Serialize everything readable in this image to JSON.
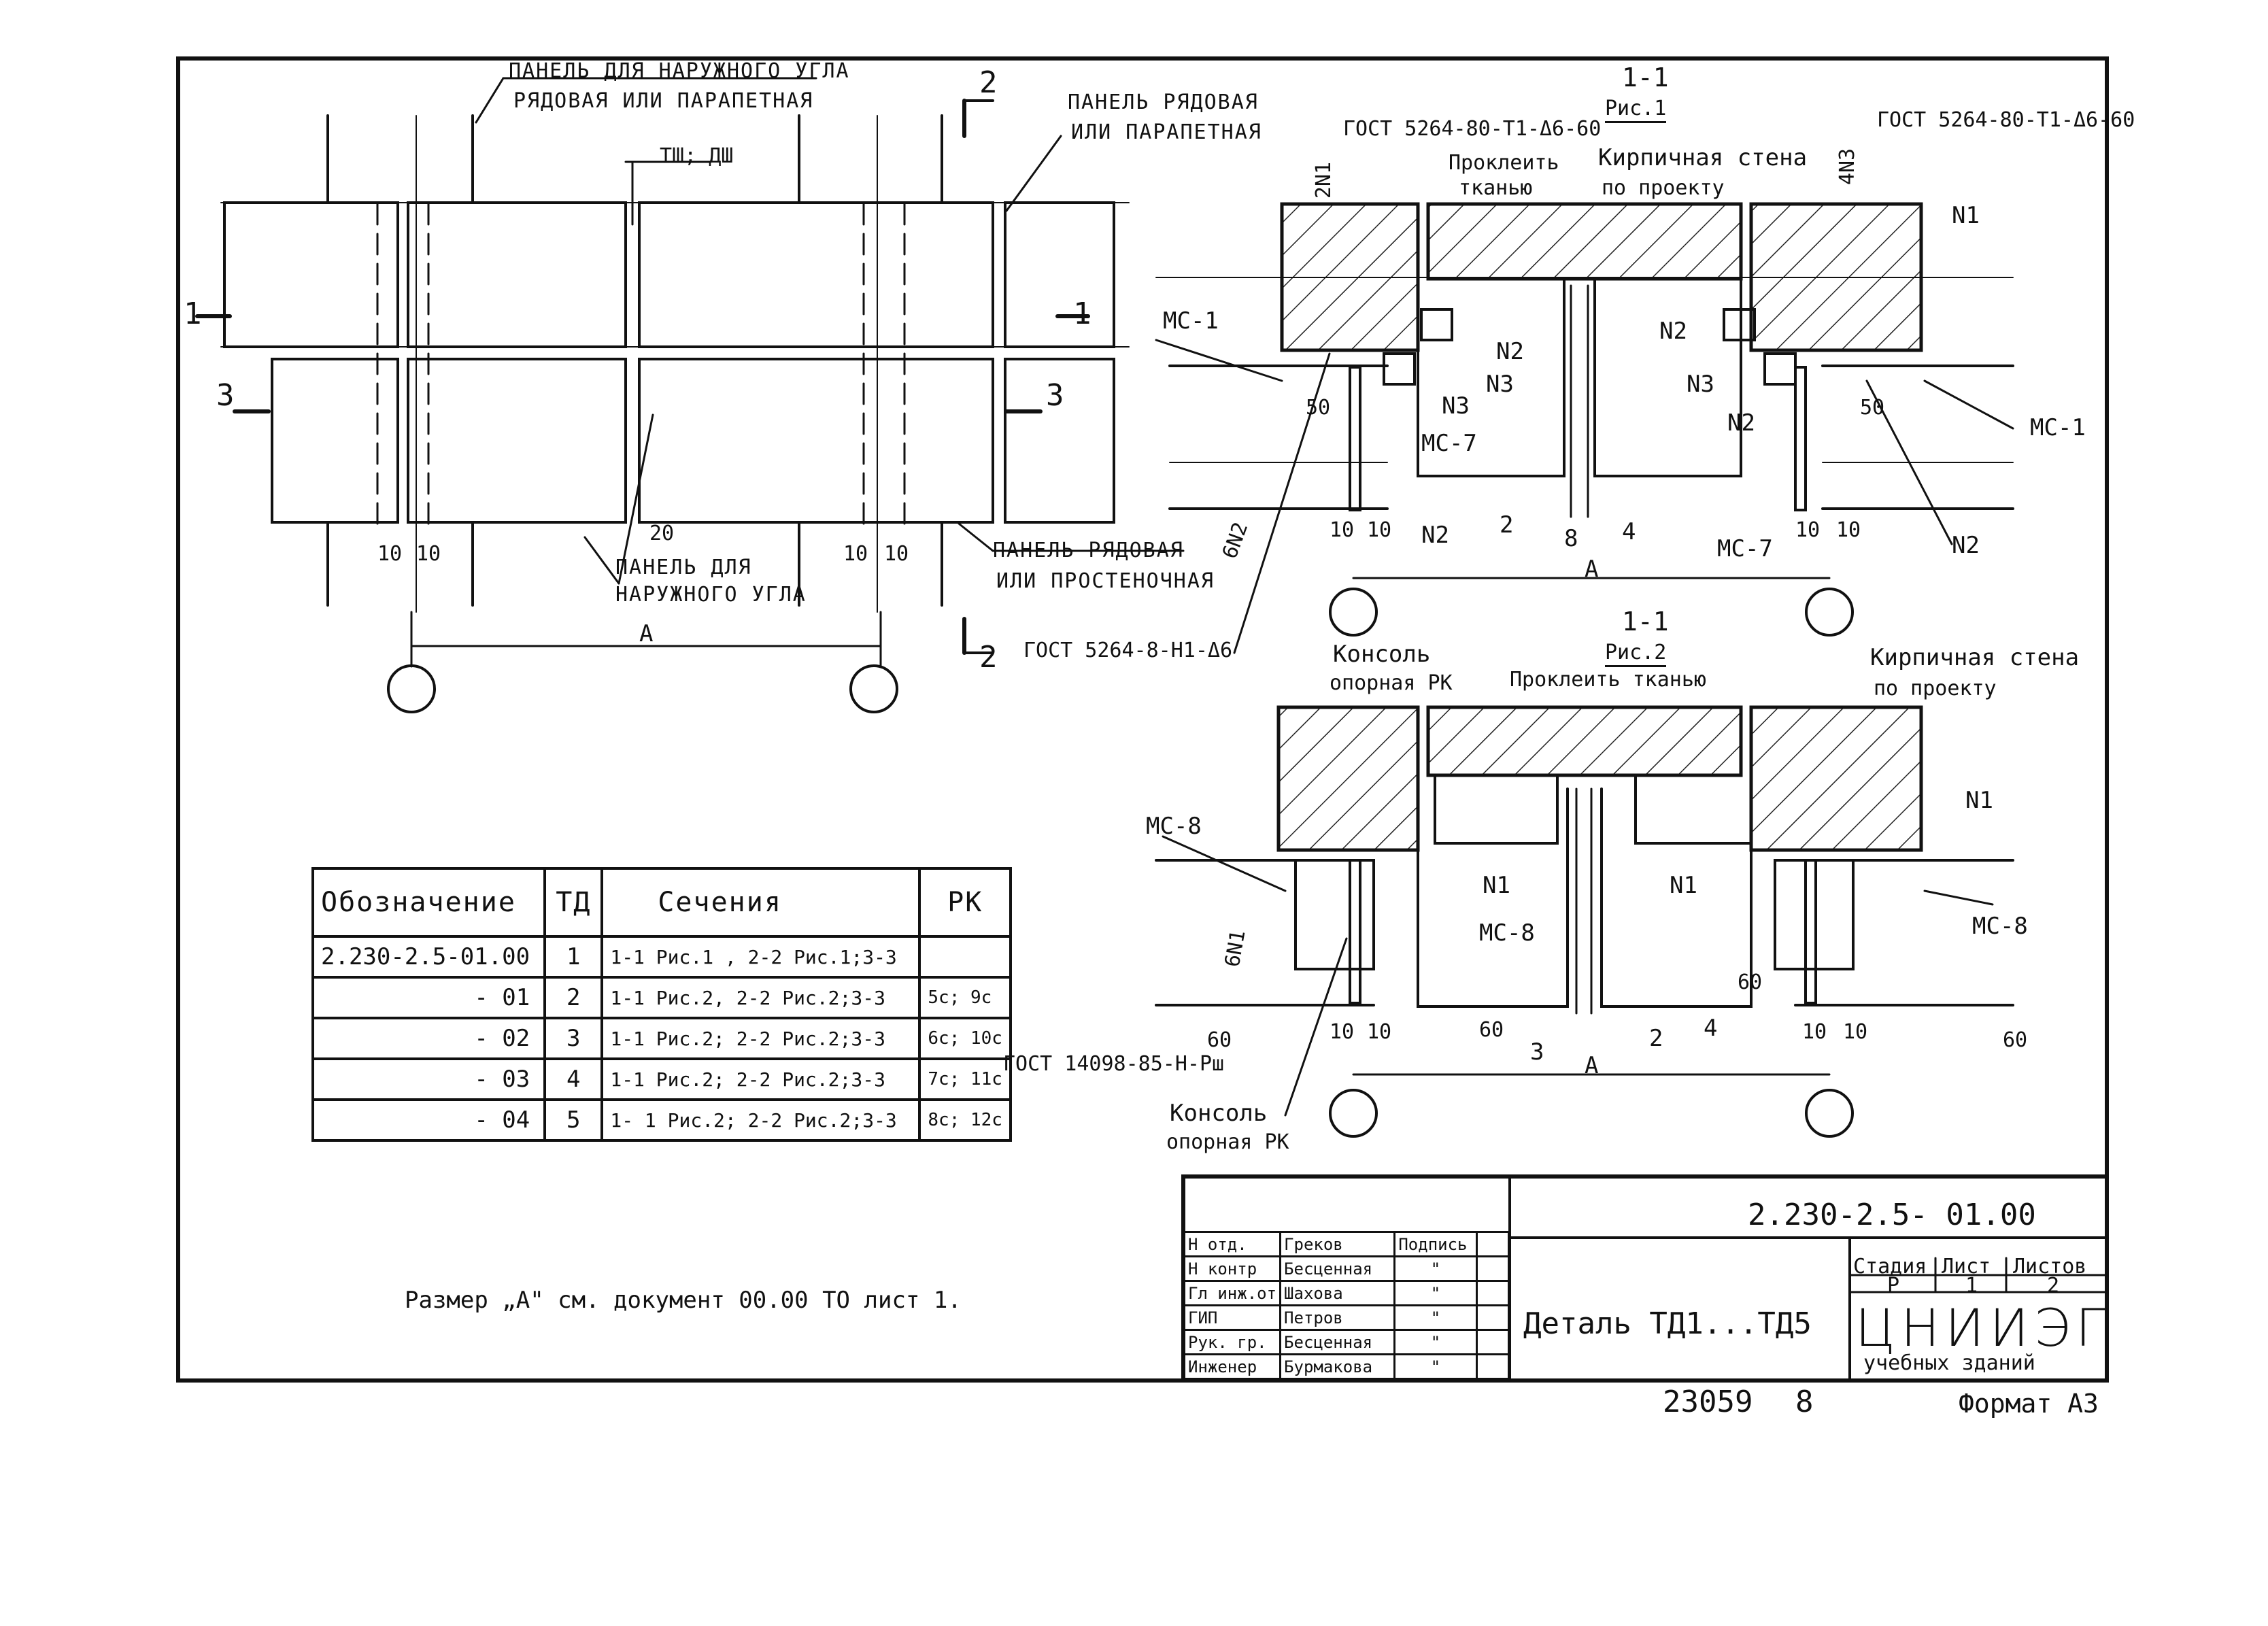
{
  "plan": {
    "outer_corner_panel": "ПАНЕЛЬ ДЛЯ НАРУЖНОГО УГЛА",
    "row_or_parapet": "РЯДОВАЯ ИЛИ ПАРАПЕТНАЯ",
    "tsh_dsh": "ТШ; ДШ",
    "row_panel_right": "ПАНЕЛЬ РЯДОВАЯ",
    "or_parapet": "ИЛИ ПАРАПЕТНАЯ",
    "outer_corner_panel_bottom_1": "ПАНЕЛЬ ДЛЯ",
    "outer_corner_panel_bottom_2": "НАРУЖНОГО УГЛА",
    "row_panel_bottom_1": "ПАНЕЛЬ РЯДОВАЯ",
    "row_panel_bottom_2": "ИЛИ ПРОСТЕНОЧНАЯ",
    "sec2": "2",
    "sec1": "1",
    "sec3": "3",
    "dim_10": "10",
    "dim_20": "20",
    "dim_A": "A",
    "gost_bottom": "ГОСТ 5264-8-Н1-Δ6"
  },
  "fig1": {
    "title": "1-1",
    "subtitle": "Рис.1",
    "gost_left": "ГОСТ 5264-80-Т1-Δ6-60",
    "gost_right": "ГОСТ 5264-80-Т1-Δ6-60",
    "glue_1": "Проклеить",
    "glue_2": "тканью",
    "brick_1": "Кирпичная стена",
    "brick_2": "по проекту",
    "n2_left": "2N1",
    "n3_right": "4N3",
    "ms1": "МС-1",
    "ms7": "МС-7",
    "n1": "N1",
    "n2": "N2",
    "n3": "N3",
    "dim_50": "50",
    "dim_10": "10",
    "dim_2": "2",
    "dim_4": "4",
    "dim_8": "8",
    "dim_A": "А",
    "six_n2": "6N2"
  },
  "fig2": {
    "title": "1-1",
    "subtitle": "Рис.2",
    "console_1": "Консоль",
    "console_2": "опорная РК",
    "glue": "Проклеить тканью",
    "brick_1": "Кирпичная стена",
    "brick_2": "по проекту",
    "ms8": "МС-8",
    "n1": "N1",
    "six_n1": "6N1",
    "dim_60": "60",
    "dim_10": "10",
    "dim_3": "3",
    "dim_2": "2",
    "dim_4": "4",
    "dim_A": "А",
    "gost_bottom": "ГОСТ 14098-85-Н-Рш",
    "console_bottom_1": "Консоль",
    "console_bottom_2": "опорная РК"
  },
  "spec_table": {
    "headers": [
      "Обозначение",
      "ТД",
      "Сечения",
      "РК"
    ],
    "rows": [
      [
        "2.230-2.5-01.00",
        "1",
        "1-1 Рис.1 , 2-2 Рис.1;3-3",
        ""
      ],
      [
        "- 01",
        "2",
        "1-1 Рис.2, 2-2 Рис.2;3-3",
        "5с; 9с"
      ],
      [
        "- 02",
        "3",
        "1-1 Рис.2; 2-2 Рис.2;3-3",
        "6с; 10с"
      ],
      [
        "- 03",
        "4",
        "1-1 Рис.2; 2-2 Рис.2;3-3",
        "7с; 11с"
      ],
      [
        "- 04",
        "5",
        "1- 1 Рис.2; 2-2 Рис.2;3-3",
        "8с; 12с"
      ]
    ]
  },
  "note": "Размер „А\" см. документ 00.00 ТО лист 1.",
  "stamp": {
    "code": "2.230-2.5- 01.00",
    "roles": [
      "Н отд.",
      "Н контр",
      "Гл инж.от",
      "ГИП",
      "Рук. гр.",
      "Инженер"
    ],
    "names": [
      "Греков",
      "Бесценная",
      "Шахова",
      "Петров",
      "Бесценная",
      "Бурмакова"
    ],
    "sign_header": "Подпись",
    "signs": [
      "",
      "\"",
      "\"",
      "\"",
      "\"",
      "\""
    ],
    "title": "Деталь ТД1...ТД5",
    "stage_label": "Стадия",
    "sheet_label": "Лист",
    "sheets_label": "Листов",
    "stage": "Р",
    "sheet": "1",
    "sheets": "2",
    "org_logo": "ЦНИИЭП",
    "org_sub": "учебных зданий",
    "inv_no": "23059",
    "copy_no": "8",
    "format": "Формат А3"
  }
}
